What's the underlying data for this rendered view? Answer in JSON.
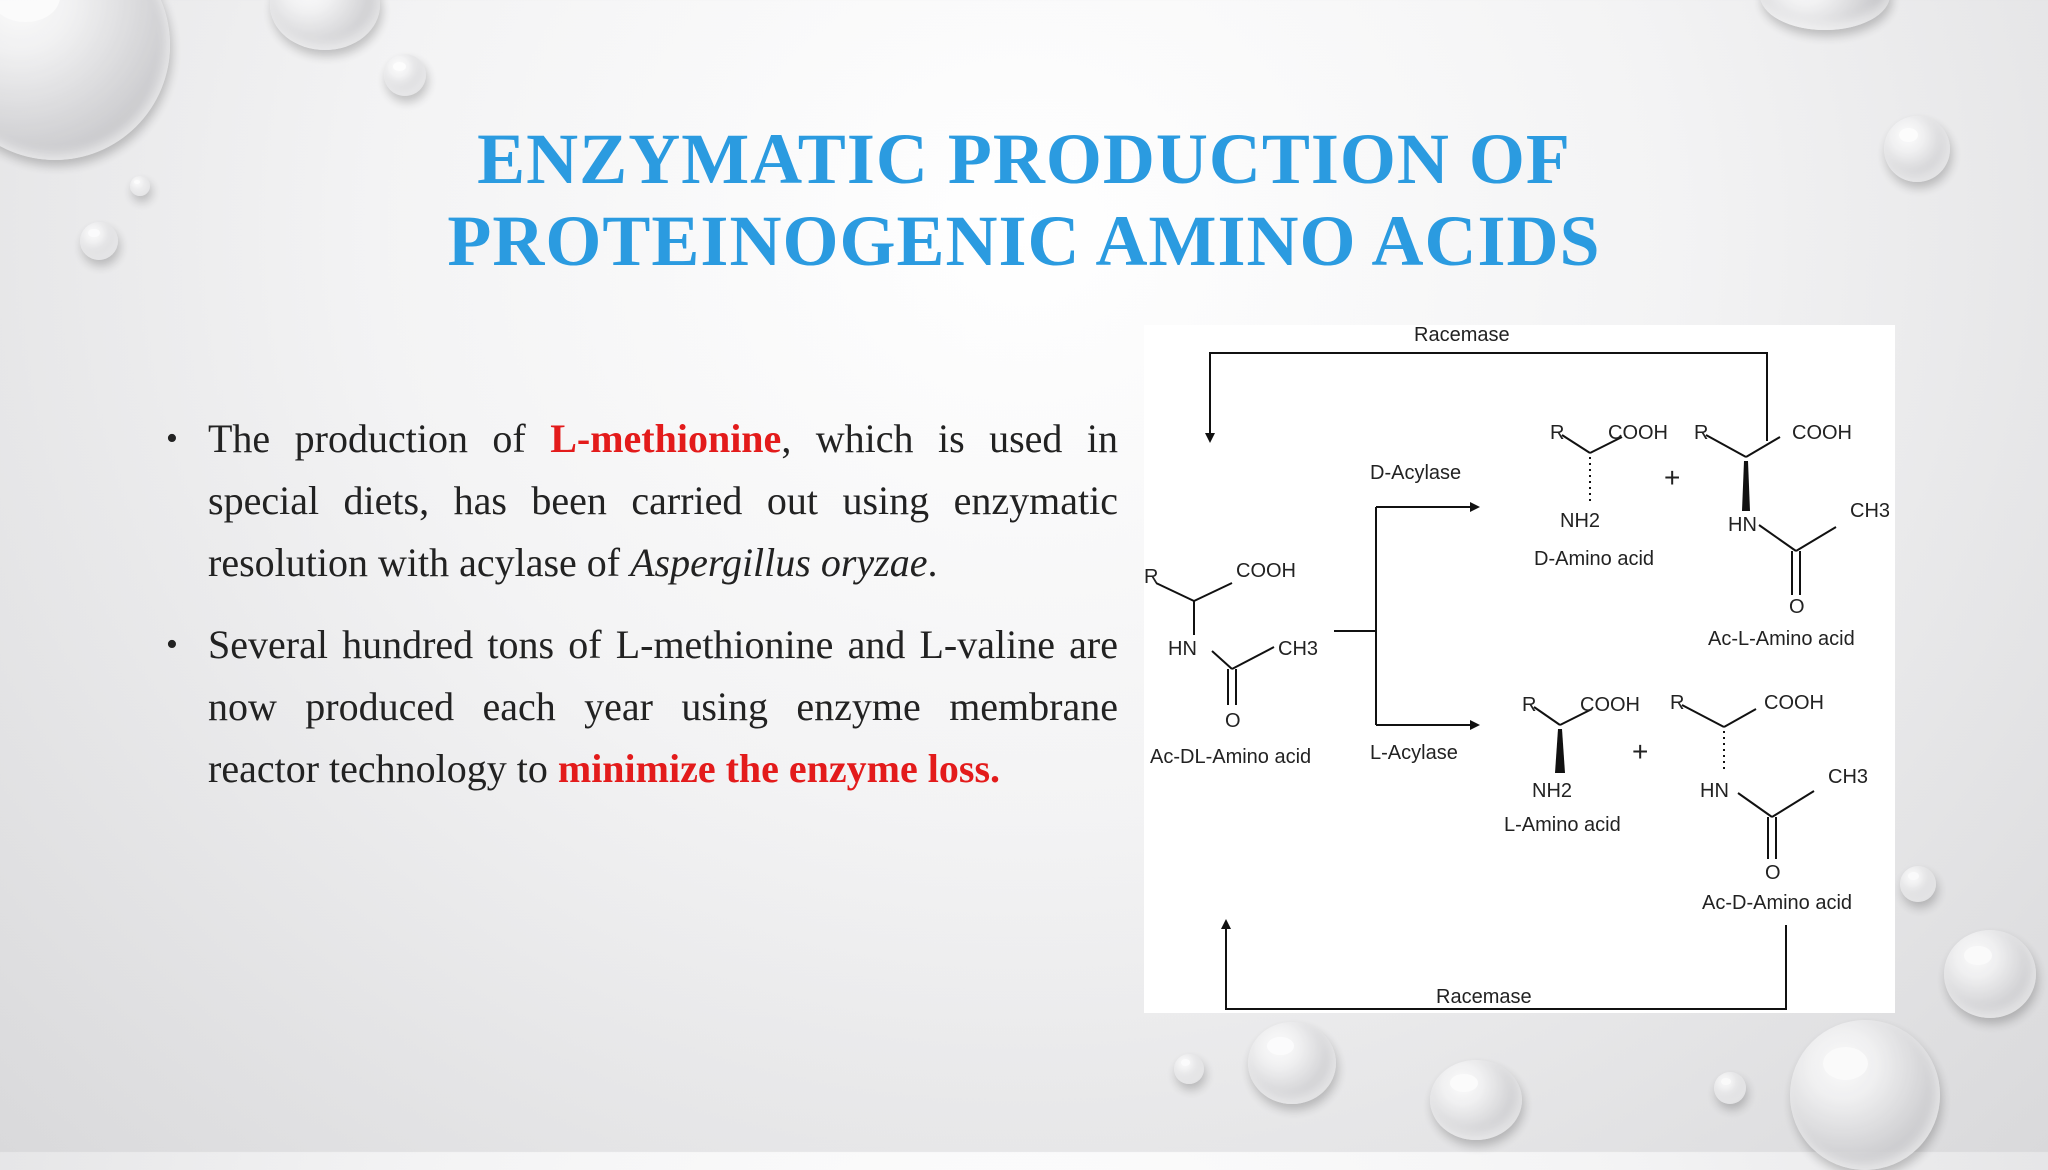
{
  "slide": {
    "title_line1": "ENZYMATIC PRODUCTION OF",
    "title_line2": "PROTEINOGENIC AMINO ACIDS",
    "bullet_symbol": "•",
    "bullets": [
      {
        "p1": "The production of ",
        "p2": "L-methionine",
        "p3": ", which is used in special diets, has been carried out using enzymatic resolution with acylase of ",
        "p4": "Aspergillus oryzae",
        "p5": "."
      },
      {
        "p1": "Several hundred tons of L-methionine and L-valine are now produced each year using enzyme membrane reactor technology to ",
        "p2": "minimize the enzyme loss."
      }
    ],
    "colors": {
      "title": "#2b9be0",
      "highlight": "#e31b1b",
      "text": "#222222"
    }
  },
  "diagram": {
    "racemase_top": "Racemase",
    "racemase_bottom": "Racemase",
    "d_acylase": "D-Acylase",
    "l_acylase": "L-Acylase",
    "r": "R",
    "cooh": "COOH",
    "nh2": "NH2",
    "hn": "HN",
    "ch3": "CH3",
    "o": "O",
    "plus": "+",
    "d_amino_acid": "D-Amino acid",
    "l_amino_acid": "L-Amino acid",
    "ac_l_amino_acid": "Ac-L-Amino acid",
    "ac_d_amino_acid": "Ac-D-Amino acid",
    "ac_dl_amino_acid": "Ac-DL-Amino acid"
  }
}
